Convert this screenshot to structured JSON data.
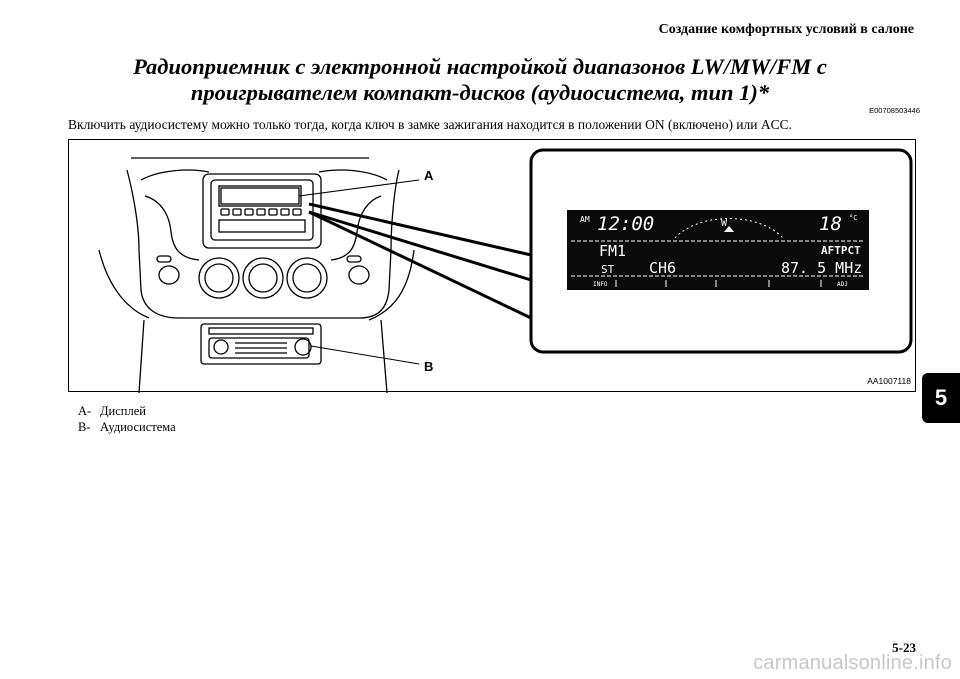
{
  "header": {
    "section_title": "Создание комфортных условий в салоне"
  },
  "title": "Радиоприемник с электронной настройкой диапазонов LW/MW/FM с проигрывателем компакт-дисков (аудиосистема, тип 1)*",
  "doc_code": "E00708503446",
  "intro": "Включить аудиосистему можно только тогда, когда ключ в замке зажигания находится в положении ON (включено) или ACC.",
  "figure": {
    "code": "AA1007118",
    "callouts": {
      "a": "A",
      "b": "B"
    },
    "display": {
      "am": "AM",
      "time": "12:00",
      "temp": "18",
      "temp_unit": "°C",
      "compass": "W",
      "band": "FM1",
      "flags": "AFTPCT",
      "stereo": "ST",
      "channel": "CH6",
      "frequency": "87. 5 MHz",
      "info": "INFO",
      "adj": "ADJ"
    }
  },
  "legend": [
    {
      "key": "A-",
      "text": "Дисплей"
    },
    {
      "key": "B-",
      "text": "Аудиосистема"
    }
  ],
  "side_tab": "5",
  "page_number": "5-23",
  "watermark": "carmanualsonline.info"
}
